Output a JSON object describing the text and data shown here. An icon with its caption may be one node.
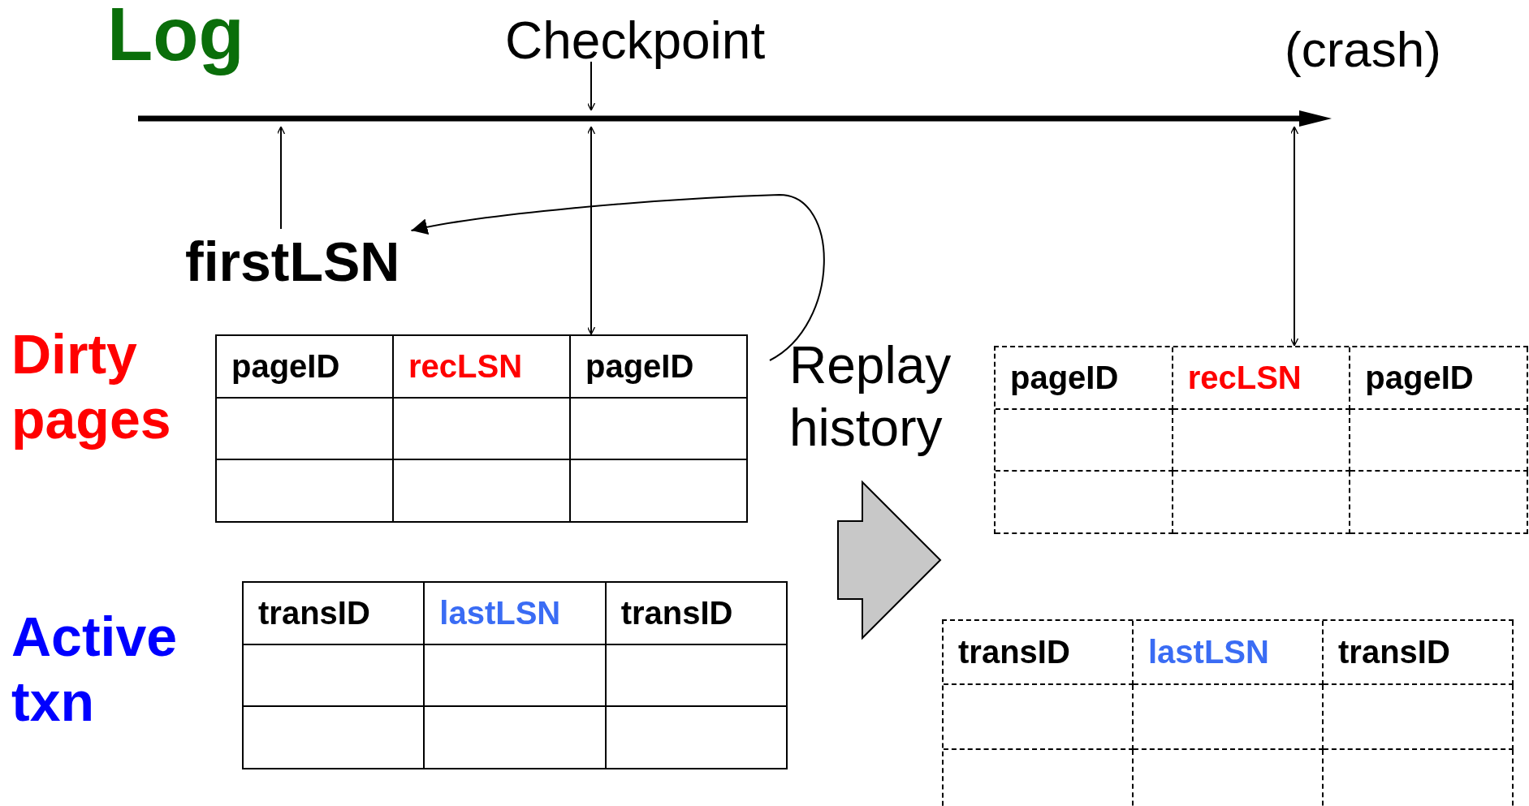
{
  "diagram": {
    "nodes": [
      {
        "text": [
          "Checkpoint"
        ]
      },
      {
        "text": [
          "(crash)"
        ]
      },
      {
        "text": [],
        "shape": "bar"
      },
      {
        "text": [
          "firstLSN"
        ]
      },
      {
        "text": [
          "Dirty pages",
          "pageID",
          "recLSN",
          "pageID"
        ]
      },
      {
        "text": [
          "Active txn",
          "transID",
          "lastLSN",
          "transID"
        ]
      },
      {
        "text": [
          "Replay history"
        ]
      },
      {
        "text": [
          "pageID",
          "recLSN",
          "pageID"
        ]
      },
      {
        "text": [
          "transID",
          "lastLSN",
          "transID"
        ]
      }
    ],
    "edges": [
      {
        "from": 3,
        "to": 2,
        "arrow": "to"
      },
      {
        "from": 0,
        "to": 2,
        "arrow": "to"
      },
      {
        "from": 2,
        "to": 4,
        "arrow": "both"
      },
      {
        "from": 2,
        "to": 7,
        "arrow": "both"
      },
      {
        "from": 6,
        "to": 3,
        "arrow": "to"
      },
      {
        "from": 4,
        "to": 7,
        "arrow": "to",
        "style": "thick",
        "color": "#c8c8c8"
      },
      {
        "from": 5,
        "to": 8,
        "arrow": "to",
        "style": "thick",
        "color": "#c8c8c8"
      }
    ],
    "labels": [
      "Log"
    ]
  }
}
